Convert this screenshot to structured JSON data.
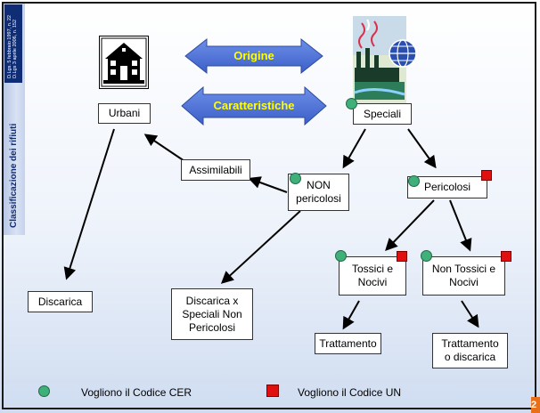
{
  "sidebar": {
    "title": "Classificazione dei rifiuti",
    "reference_line1": "D.Lgs. 5 febbraio 1997, n. 22",
    "reference_line2": "D.Lgs 3 aprile 2006, n. 152"
  },
  "criteria": {
    "top_arrow_label": "Origine",
    "bottom_arrow_label": "Caratteristiche"
  },
  "nodes": {
    "urbani": "Urbani",
    "speciali": "Speciali",
    "assimilabili": "Assimilabili",
    "non_pericolosi": [
      "NON",
      "pericolosi"
    ],
    "pericolosi": "Pericolosi",
    "tossici_nocivi": [
      "Tossici e",
      "Nocivi"
    ],
    "non_tossici_nocivi": [
      "Non Tossici e",
      "Nocivi"
    ],
    "discarica": "Discarica",
    "discarica_speciali": [
      "Discarica x",
      "Speciali Non",
      "Pericolosi"
    ],
    "trattamento": "Trattamento",
    "trattamento_discarica": [
      "Trattamento",
      "o discarica"
    ]
  },
  "legend": {
    "cer_text": "Vogliono il Codice CER",
    "un_text": "Vogliono il Codice UN"
  },
  "colors": {
    "cer_marker": "#3fb07a",
    "un_marker": "#e01010",
    "double_arrow": "#4a6fd6",
    "arrow_label": "#ffff00",
    "sidebar_accent": "#0f2d74"
  },
  "icons": {
    "house": "house-icon",
    "factory": "factory-globe-icon"
  },
  "page_number": "2"
}
